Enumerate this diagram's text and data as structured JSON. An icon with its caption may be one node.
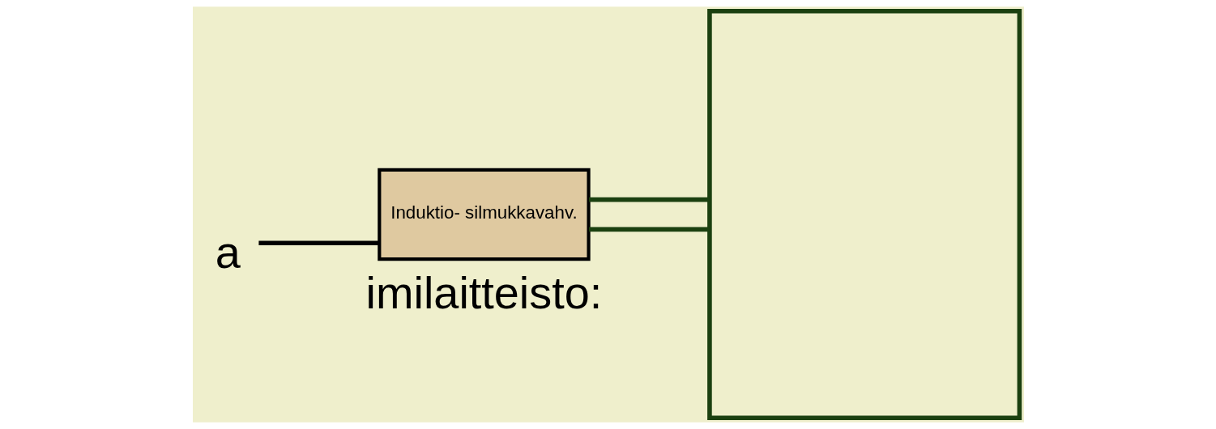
{
  "diagram": {
    "nodes": [
      {
        "text": [
          "a"
        ]
      },
      {
        "text": [
          "Induktio- silmukkavahv."
        ]
      },
      {
        "text": [],
        "shape": "box"
      }
    ],
    "edges": [
      {
        "from": 0,
        "to": 1,
        "arrow": "none"
      },
      {
        "from": 1,
        "to": 2,
        "arrow": "none",
        "color": "#1b4010"
      },
      {
        "from": 1,
        "to": 2,
        "arrow": "none",
        "color": "#1b4010"
      }
    ],
    "labels": [
      "imilaitteisto:"
    ]
  }
}
